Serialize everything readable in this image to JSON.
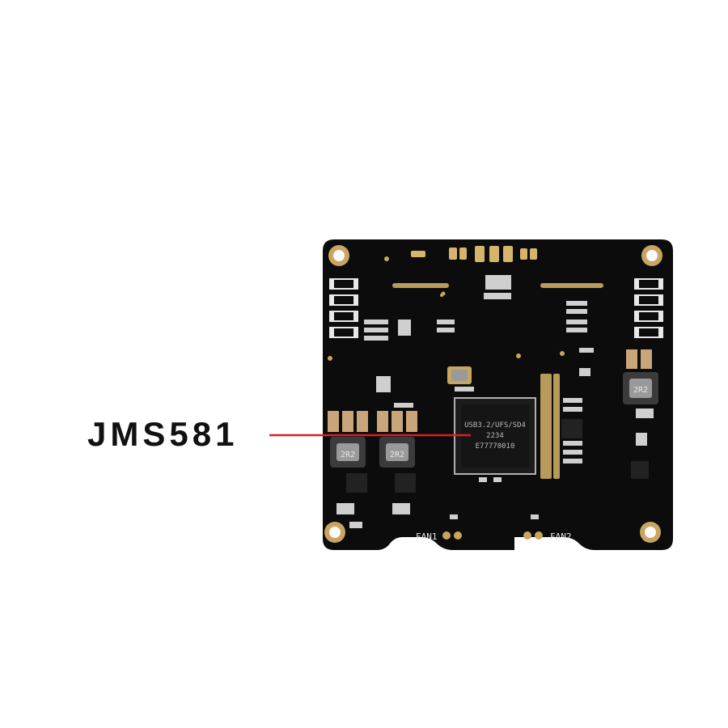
{
  "callout": {
    "label": "JMS581",
    "line_color": "#d81f26"
  },
  "board": {
    "chip_text": [
      "USB3.2/UFS/SD4",
      "2234",
      "E77770010"
    ],
    "connector_labels": [
      "FAN1",
      "FAN2"
    ],
    "inductor_marks": [
      "2R2",
      "2R2",
      "2R2"
    ],
    "pcb_color": "#0c0c0c",
    "pad_color": "#c8a560"
  }
}
